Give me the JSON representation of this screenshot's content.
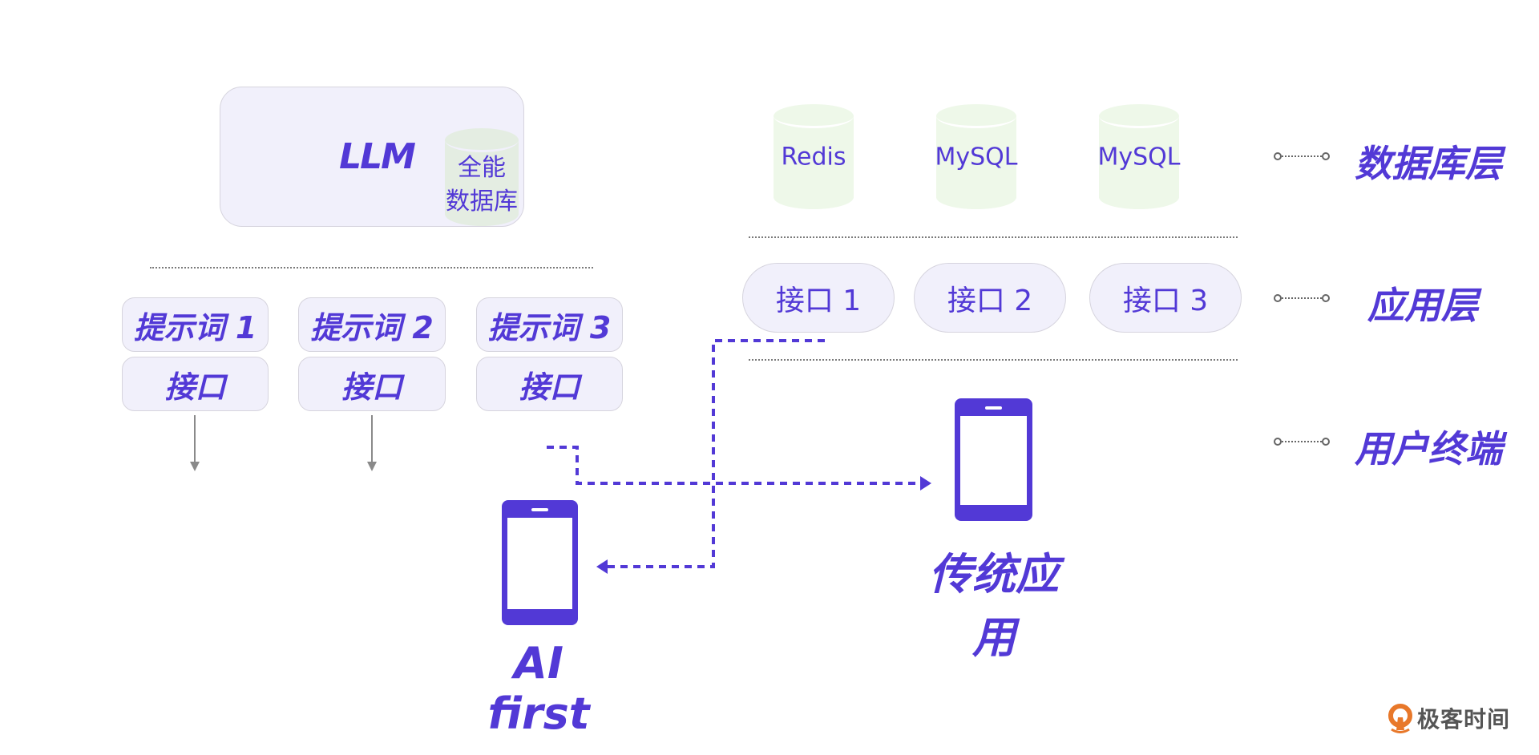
{
  "colors": {
    "accent": "#5239d6",
    "tile_bg": "#f1f0fb",
    "tile_border": "#d6d4de",
    "db_fill": "#eef8e9",
    "divider": "#7a7a7a",
    "arrow_grey": "#8a8a8a",
    "logo_orange": "#e8782a"
  },
  "ai_first": {
    "llm_label": "LLM",
    "universal_db_line1": "全能",
    "universal_db_line2": "数据库",
    "prompts": [
      {
        "prompt_label": "提示词 1",
        "api_label": "接口"
      },
      {
        "prompt_label": "提示词 2",
        "api_label": "接口"
      },
      {
        "prompt_label": "提示词 3",
        "api_label": "接口"
      }
    ],
    "device_label": "AI first"
  },
  "traditional": {
    "databases": [
      "Redis",
      "MySQL",
      "MySQL"
    ],
    "apis": [
      "接口 1",
      "接口 2",
      "接口 3"
    ],
    "device_label": "传统应用"
  },
  "layers": {
    "database": "数据库层",
    "application": "应用层",
    "terminal": "用户终端"
  },
  "logo": {
    "text": "极客时间",
    "icon": "geektime-logo-icon"
  }
}
